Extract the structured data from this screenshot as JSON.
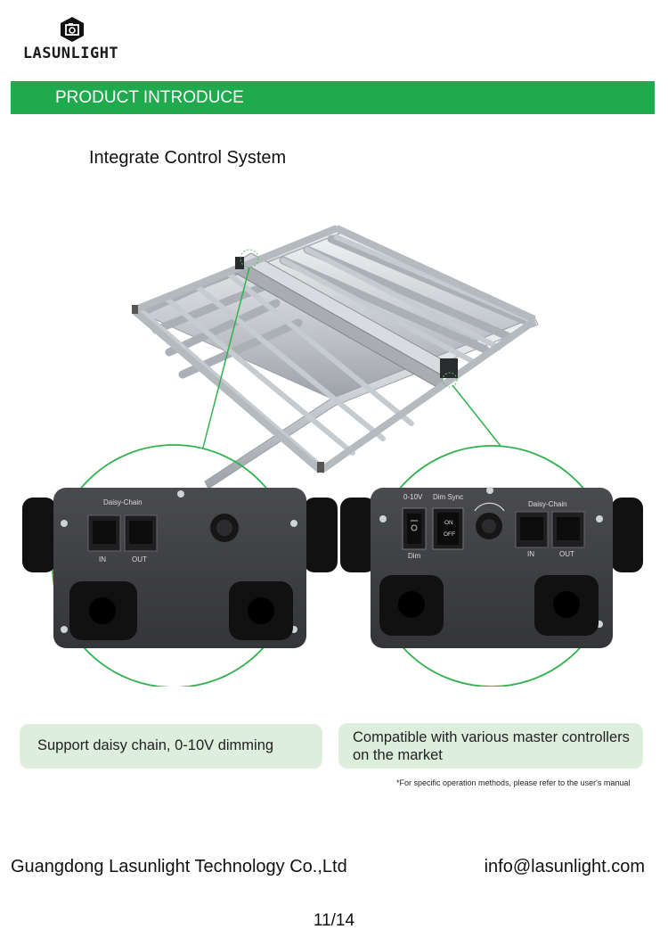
{
  "brand": {
    "name": "LASUNLIGHT"
  },
  "section": {
    "title": "PRODUCT INTRODUCE"
  },
  "subtitle": "Integrate Control System",
  "figure": {
    "left_panel": {
      "daisy_chain_label": "Daisy-Chain",
      "in_label": "IN",
      "out_label": "OUT"
    },
    "right_panel": {
      "dim_range_label": "0-10V",
      "dim_sync_label": "Dim Sync",
      "on_label": "ON",
      "off_label": "OFF",
      "dim_label": "Dim",
      "daisy_chain_label": "Daisy-Chain",
      "in_label": "IN",
      "out_label": "OUT"
    }
  },
  "captions": {
    "left": "Support daisy chain, 0-10V dimming",
    "right_line1": "Compatible with various master controllers",
    "right_line2": "on the market"
  },
  "note": "*For specific operation methods, please refer to the user's manual",
  "footer": {
    "company": "Guangdong Lasunlight Technology Co.,Ltd",
    "email": "info@lasunlight.com"
  },
  "page": {
    "number": "11/14"
  },
  "colors": {
    "accent_green": "#1faa4d",
    "caption_bg": "#ddeedd",
    "panel": "#3e3f42"
  }
}
